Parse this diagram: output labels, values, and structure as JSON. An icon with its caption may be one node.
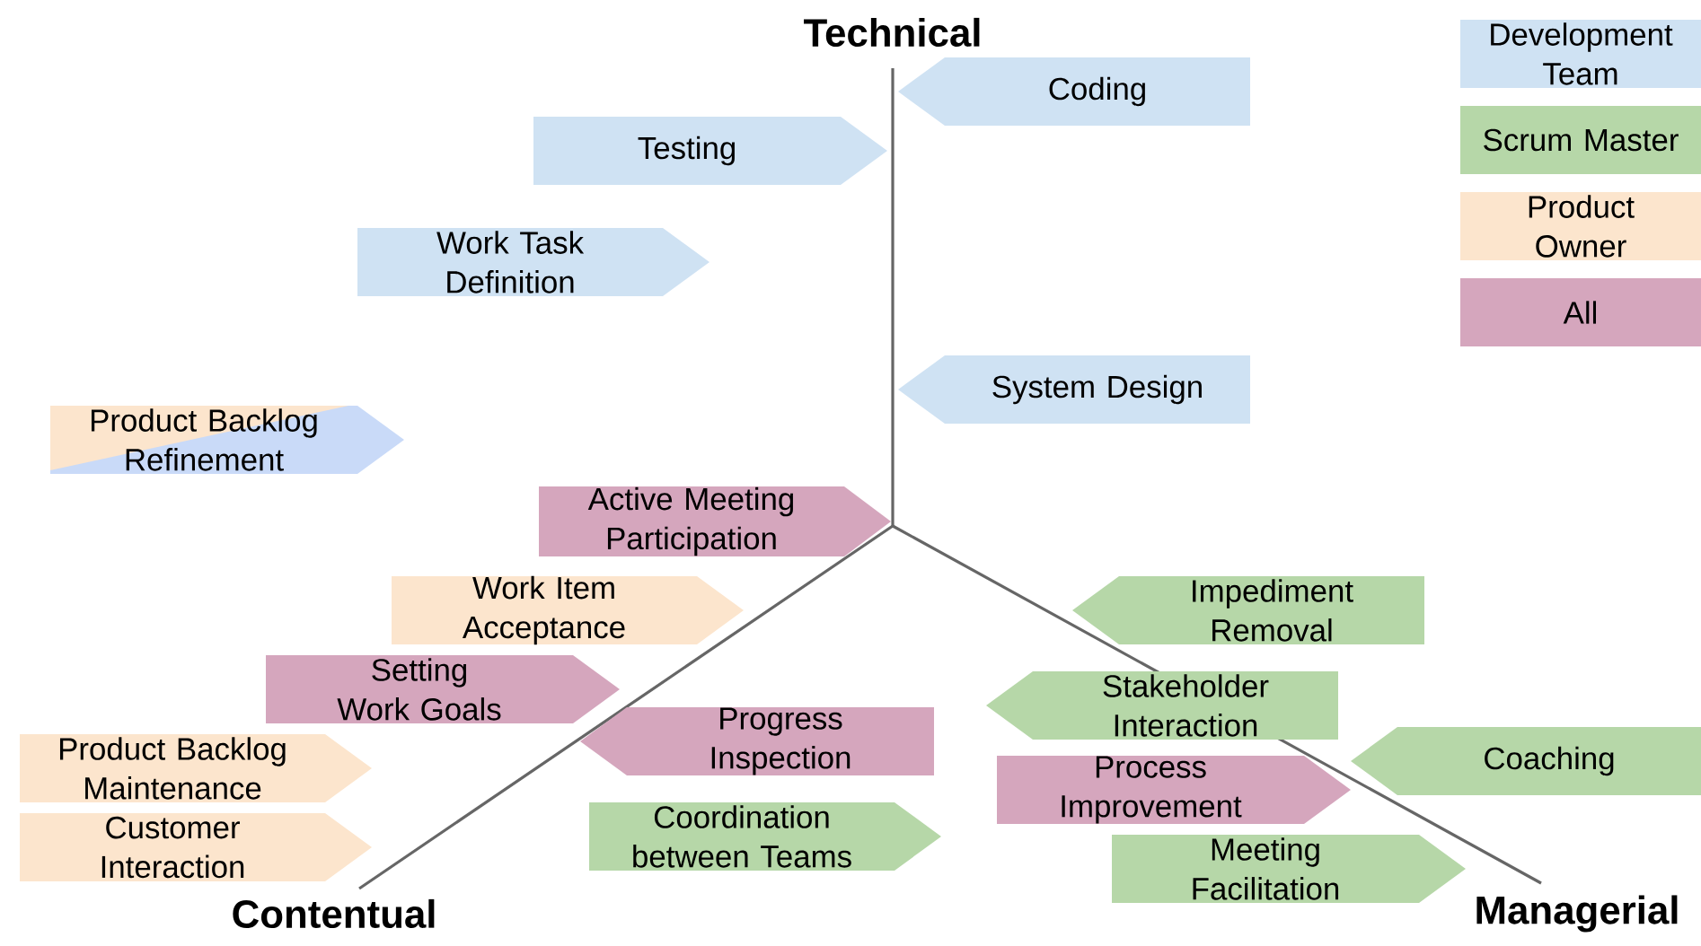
{
  "diagram": {
    "nodes": [
      {
        "text": [
          "Coding"
        ]
      },
      {
        "text": [
          "Testing"
        ]
      },
      {
        "text": [
          "Work Task Definition"
        ]
      },
      {
        "text": [
          "System Design"
        ]
      },
      {
        "text": [
          "Product Backlog Refinement"
        ]
      },
      {
        "text": [
          "Active Meeting Participation"
        ]
      },
      {
        "text": [
          "Work Item Acceptance"
        ]
      },
      {
        "text": [
          "Setting Work Goals"
        ]
      },
      {
        "text": [
          "Product Backlog Maintenance"
        ]
      },
      {
        "text": [
          "Customer Interaction"
        ]
      },
      {
        "text": [
          "Progress Inspection"
        ]
      },
      {
        "text": [
          "Coordination between Teams"
        ]
      },
      {
        "text": [
          "Impediment Removal"
        ]
      },
      {
        "text": [
          "Stakeholder Interaction"
        ]
      },
      {
        "text": [
          "Coaching"
        ]
      },
      {
        "text": [
          "Process Improvement"
        ]
      },
      {
        "text": [
          "Meeting Facilitation"
        ]
      }
    ],
    "labels": [
      "Technical",
      "Contentual",
      "Managerial"
    ],
    "legend": [
      {
        "text": "Development Team",
        "color": "#cfe2f3"
      },
      {
        "text": "Scrum Master",
        "color": "#b6d7a8"
      },
      {
        "text": "Product Owner",
        "color": "#fce5cd"
      },
      {
        "text": "All",
        "color": "#d5a6bd"
      }
    ]
  }
}
